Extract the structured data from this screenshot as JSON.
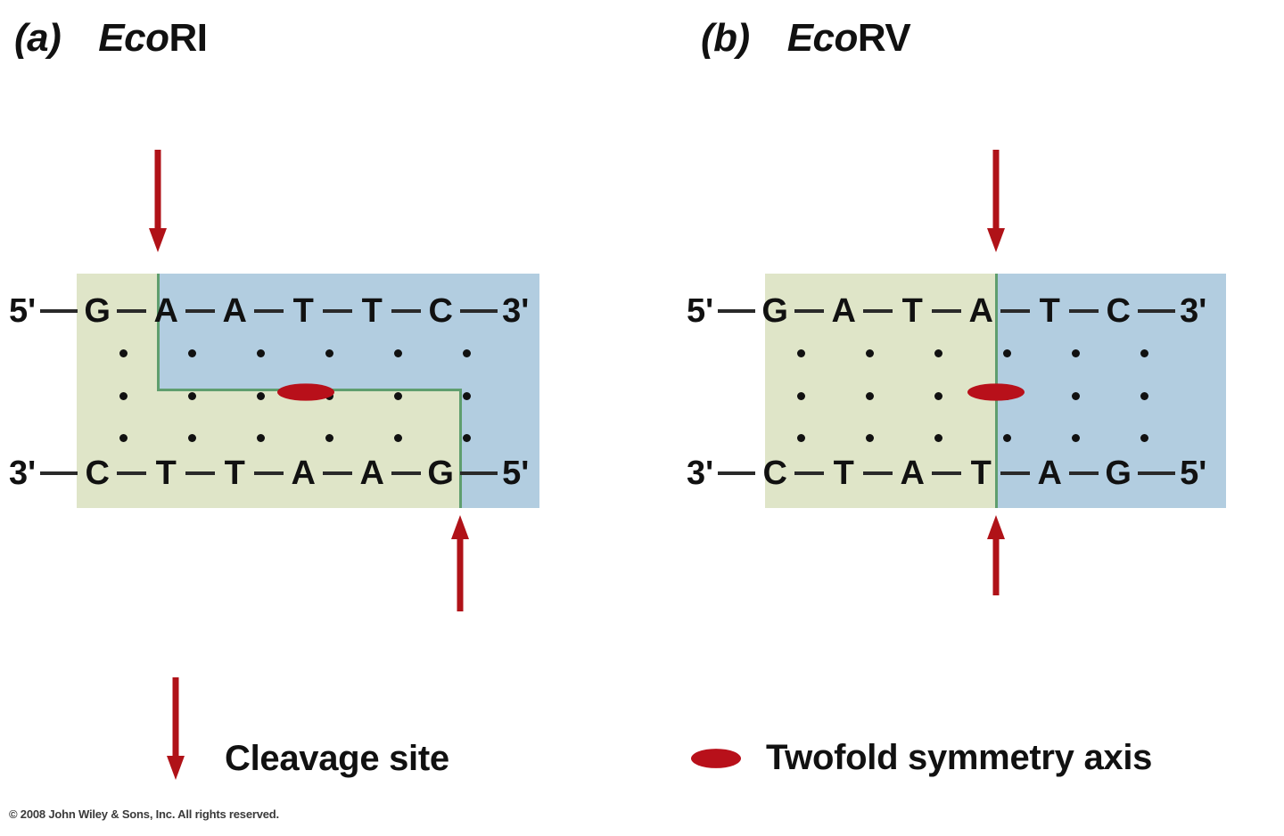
{
  "figure": {
    "copyright": "© 2008 John Wiley & Sons, Inc. All rights reserved.",
    "accent_red": "#b8101a",
    "arrow_red": "#b01218",
    "cutline_green": "#5f9e6e",
    "block_green": "#dfe5c8",
    "block_blue": "#b2cde0"
  },
  "panels": [
    {
      "id": "a",
      "letter": "(a)",
      "enzyme_genus": "Eco",
      "enzyme_serial": "RI",
      "cut_type": "staggered",
      "top_strand": {
        "five_prime_label": "5'",
        "three_prime_label": "3'",
        "bases": [
          "G",
          "A",
          "A",
          "T",
          "T",
          "C"
        ]
      },
      "bottom_strand": {
        "three_prime_label": "3'",
        "five_prime_label": "5'",
        "bases": [
          "C",
          "T",
          "T",
          "A",
          "A",
          "G"
        ]
      },
      "hydrogen_bond_dots_per_pair": 3,
      "top_arrow_label": "cleavage-site-top",
      "bottom_arrow_label": "cleavage-site-bottom",
      "symmetry_axis_label": "twofold-symmetry-axis"
    },
    {
      "id": "b",
      "letter": "(b)",
      "enzyme_genus": "Eco",
      "enzyme_serial": "RV",
      "cut_type": "blunt",
      "top_strand": {
        "five_prime_label": "5'",
        "three_prime_label": "3'",
        "bases": [
          "G",
          "A",
          "T",
          "A",
          "T",
          "C"
        ]
      },
      "bottom_strand": {
        "three_prime_label": "3'",
        "five_prime_label": "5'",
        "bases": [
          "C",
          "T",
          "A",
          "T",
          "A",
          "G"
        ]
      },
      "hydrogen_bond_dots_per_pair": 3,
      "top_arrow_label": "cleavage-site-top",
      "bottom_arrow_label": "cleavage-site-bottom",
      "symmetry_axis_label": "twofold-symmetry-axis"
    }
  ],
  "legend": {
    "cleavage_site": "Cleavage site",
    "twofold_symmetry_axis": "Twofold symmetry axis"
  }
}
